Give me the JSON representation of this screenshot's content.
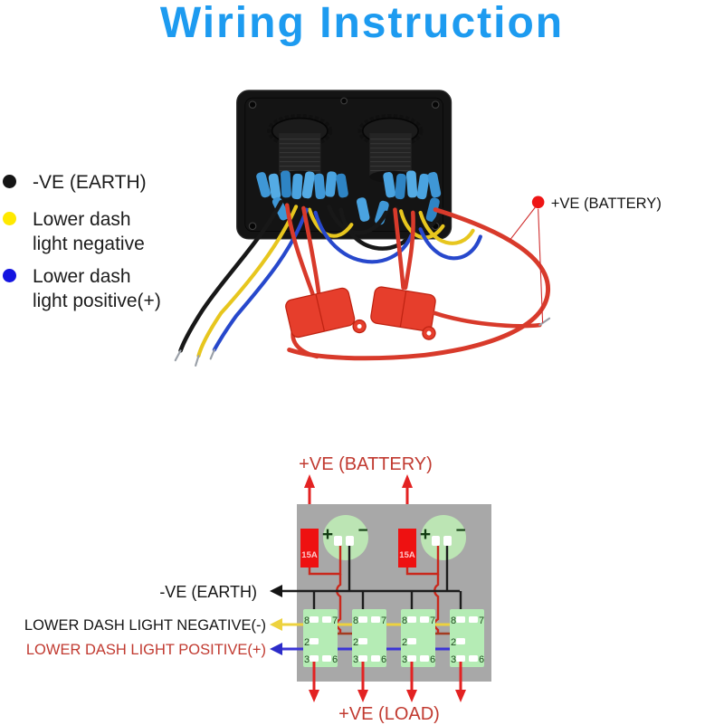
{
  "title": "Wiring Instruction",
  "legend": {
    "items": [
      {
        "name": "earth",
        "dot_color": "#151515",
        "line1": "-VE (EARTH)",
        "line2": ""
      },
      {
        "name": "negative",
        "dot_color": "#ffe900",
        "line1": "Lower dash",
        "line2": "light negative"
      },
      {
        "name": "positive",
        "dot_color": "#1414e0",
        "line1": "Lower dash",
        "line2": "light positive(+)"
      }
    ],
    "battery": {
      "dot_color": "#ee1515",
      "label": "+VE (BATTERY)"
    }
  },
  "diagram": {
    "battery_label": "+VE (BATTERY)",
    "load_label": "+VE (LOAD)",
    "earth_label": "-VE (EARTH)",
    "negative_label": "LOWER DASH LIGHT NEGATIVE(-)",
    "positive_label": "LOWER DASH LIGHT POSITIVE(+)",
    "fuse_label": "15A",
    "socket_plus": "+",
    "socket_minus": "−",
    "pins": {
      "p8": "8",
      "p7": "7",
      "p2": "2",
      "p3": "3",
      "p6": "6"
    }
  },
  "colors": {
    "title_blue": "#1d9bf0",
    "diagram_red_text": "#c13a30",
    "bright_red": "#e32222",
    "panel_gray": "#a8a8a8",
    "socket_green": "#bce5b4",
    "switch_green": "#b5ecb5",
    "bus_yellow": "#edd23e",
    "bus_blue": "#3b35d6",
    "wire_red": "#d83a2b"
  }
}
